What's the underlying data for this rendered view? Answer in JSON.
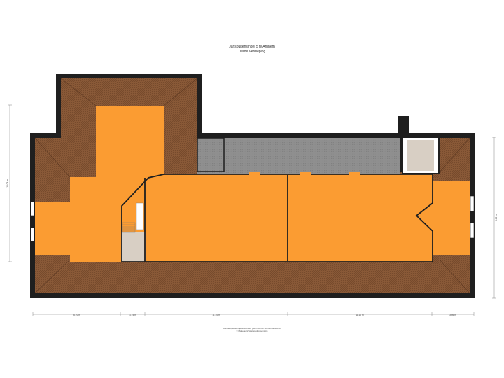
{
  "header": {
    "address": "Jansbuitensingel 5 te Arnhem",
    "floor": "Derde Verdieping"
  },
  "dimensions": {
    "bottom": [
      "6.70 m",
      "1.75 m",
      "11.10 m",
      "11.10 m",
      "3.95 m"
    ],
    "left": "12.08 m",
    "right": "6.60 m"
  },
  "footnote": {
    "line1": "Aan de opdrachtgever kunnen geen rechten worden ontleend.",
    "line2": "© Makelaars Vastgoedpresentatie"
  },
  "colors": {
    "roof": "#8a5a38",
    "roof_dark": "#6b4226",
    "floor": "#fb9c32",
    "terrace": "#8f8f8f",
    "stairs_landing": "#d8cfc4",
    "wall": "#1f1f1f"
  }
}
